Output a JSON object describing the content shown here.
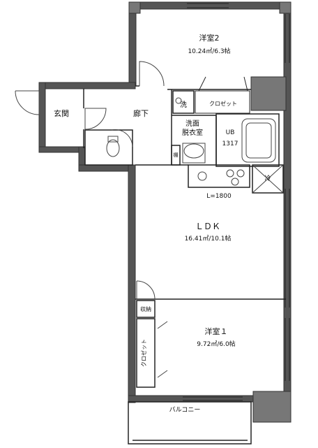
{
  "rooms": {
    "western2": {
      "name": "洋室2",
      "area": "10.24㎡/6.3帖"
    },
    "entrance": {
      "name": "玄関"
    },
    "hallway": {
      "name": "廊下"
    },
    "washer": {
      "name": "洗"
    },
    "closet_top": {
      "name": "クロゼット"
    },
    "washroom": {
      "name": "洗面\n脱衣室"
    },
    "washroom_line1": "洗面",
    "washroom_line2": "脱衣室",
    "unit_bath": {
      "name": "UB",
      "size": "1317"
    },
    "shelf": {
      "name": "棚"
    },
    "fridge": {
      "name": "冷"
    },
    "kitchen": {
      "label": "L=1800"
    },
    "ldk": {
      "name": "ＬＤＫ",
      "area": "16.41㎡/10.1帖"
    },
    "storage": {
      "name": "収納"
    },
    "closet_side": {
      "name": "クロゼット"
    },
    "western1": {
      "name": "洋室１",
      "area": "9.72㎡/6.0帖"
    },
    "balcony": {
      "name": "バルコニー"
    }
  },
  "colors": {
    "wall": "#333333",
    "wall_dark": "#555555",
    "pillar": "#777777",
    "line": "#222222",
    "fixture": "#666666"
  }
}
